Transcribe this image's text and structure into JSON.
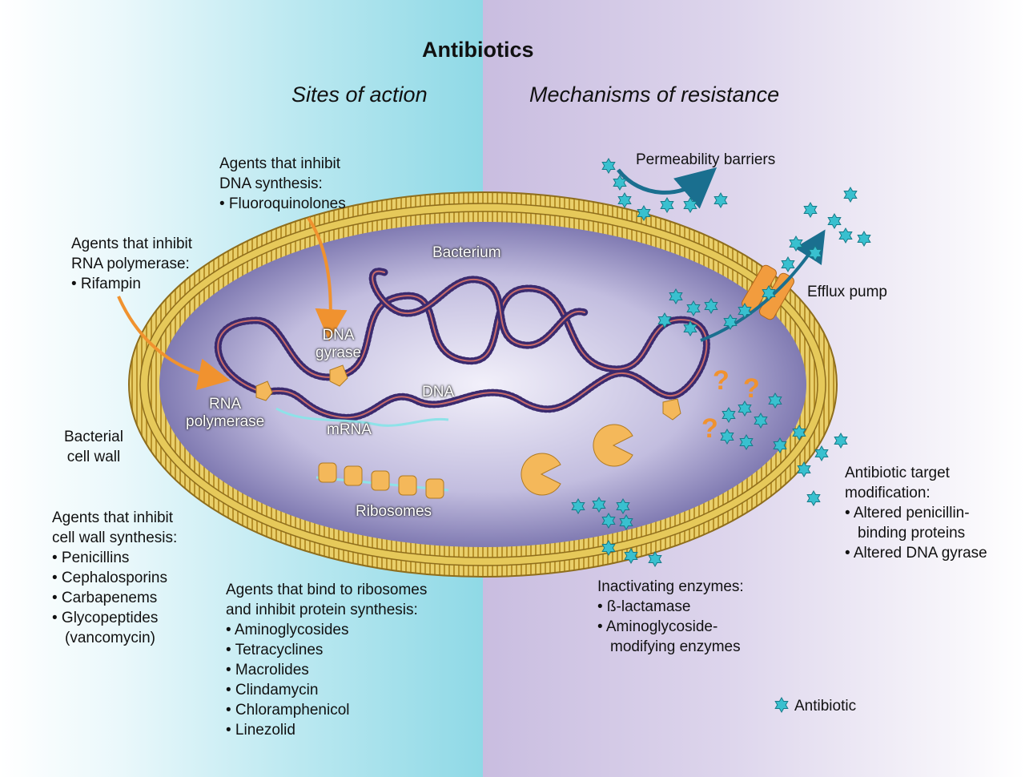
{
  "title": "Antibiotics",
  "subtitle_left": "Sites of action",
  "subtitle_right": "Mechanisms of resistance",
  "labels": {
    "bacterium": "Bacterium",
    "dna": "DNA",
    "dna_gyrase": [
      "DNA",
      "gyrase"
    ],
    "rna_polymerase": [
      "RNA",
      "polymerase"
    ],
    "mrna": "mRNA",
    "ribosomes": "Ribosomes",
    "cell_wall": [
      "Bacterial",
      "cell wall"
    ],
    "permeability": "Permeability barriers",
    "efflux": "Efflux pump",
    "legend": "Antibiotic"
  },
  "dna_synthesis": [
    "Agents that inhibit",
    "DNA synthesis:",
    "• Fluoroquinolones"
  ],
  "rna_polymerase_agents": [
    "Agents that inhibit",
    "RNA polymerase:",
    "• Rifampin"
  ],
  "cell_wall_agents": [
    "Agents that inhibit",
    "cell wall synthesis:",
    "• Penicillins",
    "• Cephalosporins",
    "• Carbapenems",
    "• Glycopeptides",
    "(vancomycin)"
  ],
  "ribosome_agents": [
    "Agents that bind to ribosomes",
    "and inhibit protein synthesis:",
    "• Aminoglycosides",
    "• Tetracyclines",
    "• Macrolides",
    "• Clindamycin",
    "• Chloramphenicol",
    "• Linezolid"
  ],
  "target_mod": [
    "Antibiotic target",
    "modification:",
    "• Altered penicillin-",
    "binding proteins",
    "• Altered DNA gyrase"
  ],
  "inactivating": [
    "Inactivating enzymes:",
    "• ß-lactamase",
    "• Aminoglycoside-",
    "modifying enzymes"
  ],
  "question_mark": "?",
  "colors": {
    "left_bg": "#8fd9e6",
    "right_bg": "#c9bde0",
    "wall": "#d8b340",
    "arrow_orange": "#f0922f",
    "arrow_teal": "#1a6f8f",
    "antibiotic": "#39c0cf",
    "enzyme": "#f4b85a",
    "dna": "#3a2a6e"
  }
}
